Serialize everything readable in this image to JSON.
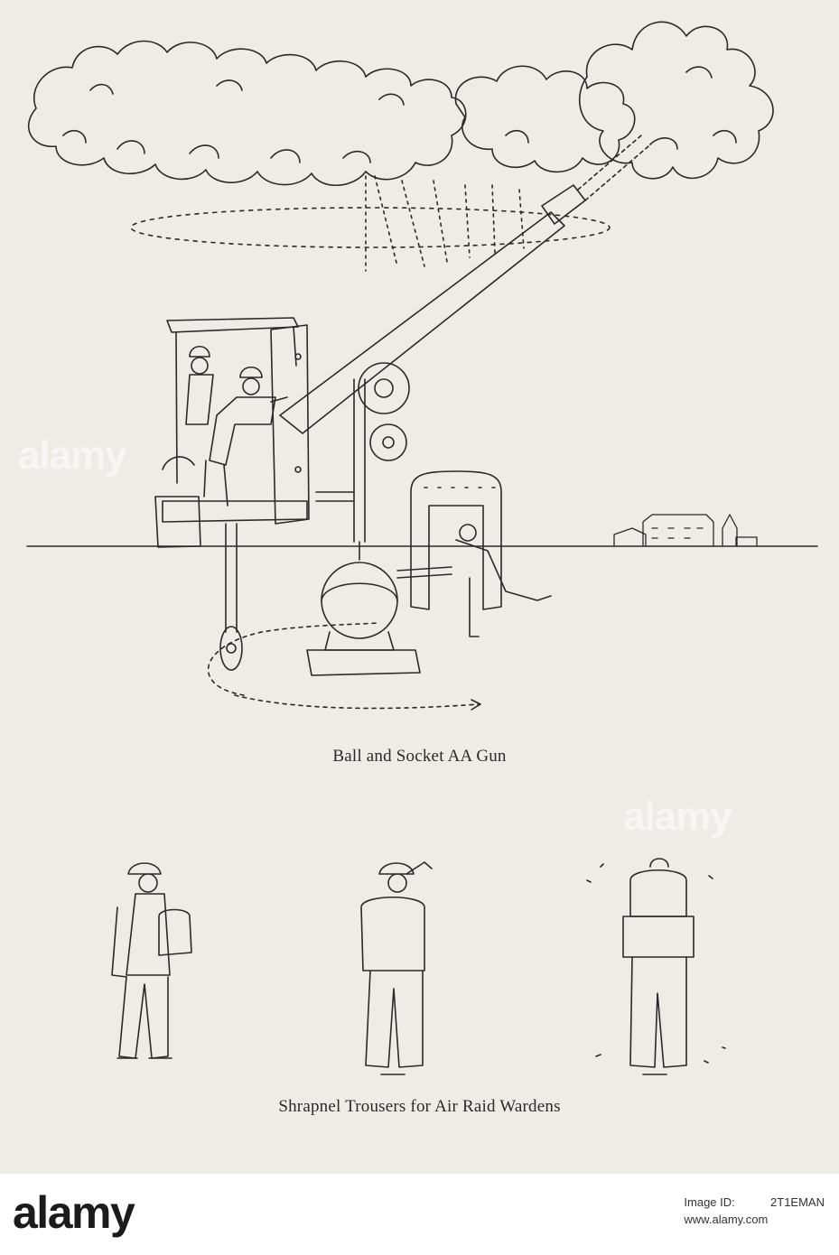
{
  "captions": {
    "top": "Ball and Socket AA Gun",
    "bottom": "Shrapnel Trousers for Air Raid Wardens"
  },
  "watermark": {
    "text": "alamy"
  },
  "footer": {
    "brand": "alamy",
    "image_id_label": "Image ID:",
    "image_id": "2T1EMAN",
    "site": "www.alamy.com"
  },
  "colors": {
    "paper": "#eeece6",
    "ink": "#2a2a2a",
    "footer_bg": "#ffffff"
  }
}
